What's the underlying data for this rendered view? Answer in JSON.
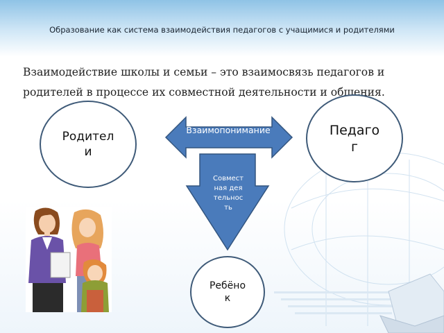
{
  "slide": {
    "title": "Образование как система взаимодействия педагогов с учащимися и родителями",
    "definition_line1": "Взаимодействие школы и семьи – это взаимосвязь педагогов и",
    "definition_line2": "родителей в процессе их совместной деятельности и общения."
  },
  "diagram": {
    "nodes": {
      "parents": "Родители",
      "teacher": "Педагог",
      "child": "Ребёнок"
    },
    "links": {
      "horizontal": "Взаимопонимание",
      "vertical": "Совместная деятельность"
    }
  },
  "colors": {
    "arrow_fill": "#4a7bbb",
    "arrow_stroke": "#33557f",
    "circle_border": "#3e5a78"
  }
}
